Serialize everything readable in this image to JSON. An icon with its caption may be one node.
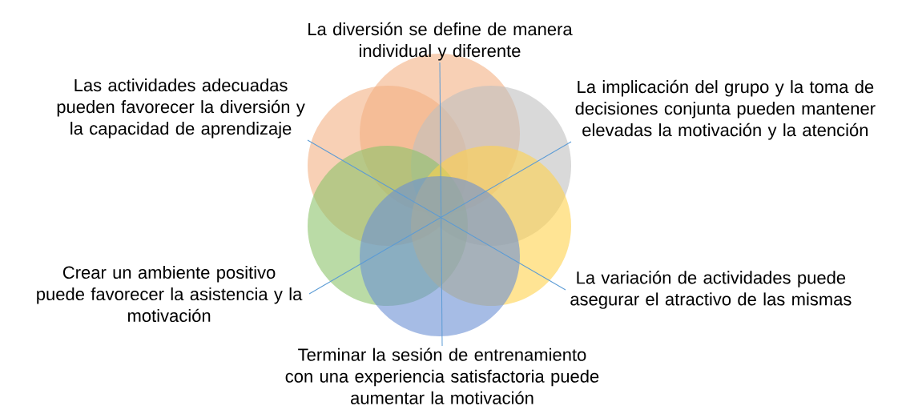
{
  "diagram": {
    "nodes": [
      {
        "text": [
          "La diversión se define de manera individual y diferente"
        ]
      },
      {
        "text": [
          "Las actividades adecuadas pueden favorecer la diversión y la capacidad de aprendizaje"
        ]
      },
      {
        "text": [
          "La implicación del grupo y la toma de decisiones conjunta pueden mantener elevadas la motivación y la atención"
        ]
      },
      {
        "text": [
          "Crear un ambiente positivo puede favorecer la asistencia y la motivación"
        ]
      },
      {
        "text": [
          "La variación de actividades puede asegurar el atractivo de las mismas"
        ]
      },
      {
        "text": [
          "Terminar la sesión de entrenamiento con una experiencia satisfactoria puede aumentar la motivación"
        ]
      },
      {
        "text": [],
        "shape": "circle"
      },
      {
        "text": [],
        "shape": "circle"
      },
      {
        "text": [],
        "shape": "circle"
      },
      {
        "text": [],
        "shape": "circle"
      },
      {
        "text": [],
        "shape": "circle"
      },
      {
        "text": [],
        "shape": "circle"
      }
    ],
    "edges": [
      {
        "from": 0,
        "to": 5,
        "arrow": "none"
      },
      {
        "from": 1,
        "to": 4,
        "arrow": "none"
      },
      {
        "from": 2,
        "to": 3,
        "arrow": "none"
      }
    ]
  }
}
